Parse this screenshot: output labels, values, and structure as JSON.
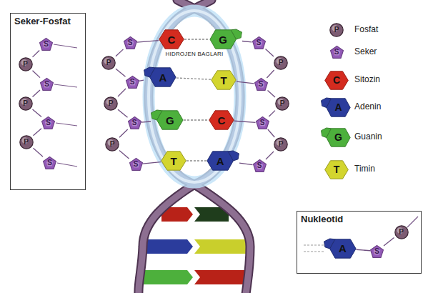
{
  "diagram": {
    "nodes": [
      {
        "text": [
          "Seker-Fosfat"
        ]
      },
      {
        "text": [
          "S"
        ],
        "in": 0
      },
      {
        "text": [
          "P"
        ],
        "in": 0
      },
      {
        "text": [
          "S"
        ],
        "in": 0
      },
      {
        "text": [
          "P"
        ],
        "in": 0
      },
      {
        "text": [
          "S"
        ],
        "in": 0
      },
      {
        "text": [
          "P"
        ],
        "in": 0
      },
      {
        "text": [
          "S"
        ],
        "in": 0
      },
      {
        "text": [
          "S"
        ]
      },
      {
        "text": [
          "C"
        ]
      },
      {
        "text": [
          "G"
        ]
      },
      {
        "text": [
          "S"
        ]
      },
      {
        "text": [
          "P"
        ]
      },
      {
        "text": [
          "P"
        ]
      },
      {
        "text": [
          "S"
        ]
      },
      {
        "text": [
          "A"
        ]
      },
      {
        "text": [
          "T"
        ]
      },
      {
        "text": [
          "S"
        ]
      },
      {
        "text": [
          "P"
        ]
      },
      {
        "text": [
          "P"
        ]
      },
      {
        "text": [
          "S"
        ]
      },
      {
        "text": [
          "G"
        ]
      },
      {
        "text": [
          "C"
        ]
      },
      {
        "text": [
          "S"
        ]
      },
      {
        "text": [
          "P"
        ]
      },
      {
        "text": [
          "P"
        ]
      },
      {
        "text": [
          "S"
        ]
      },
      {
        "text": [
          "T"
        ]
      },
      {
        "text": [
          "A"
        ]
      },
      {
        "text": [
          "S"
        ]
      },
      {
        "text": [
          "Nukleotid"
        ]
      },
      {
        "text": [
          "A"
        ],
        "in": 30
      },
      {
        "text": [
          "S"
        ],
        "in": 30
      },
      {
        "text": [
          "P"
        ],
        "in": 30
      }
    ],
    "edges": [
      {
        "from": 1,
        "to": 2,
        "arrow": "none"
      },
      {
        "from": 2,
        "to": 3,
        "arrow": "none"
      },
      {
        "from": 3,
        "to": 4,
        "arrow": "none"
      },
      {
        "from": 4,
        "to": 5,
        "arrow": "none"
      },
      {
        "from": 5,
        "to": 6,
        "arrow": "none"
      },
      {
        "from": 6,
        "to": 7,
        "arrow": "none"
      },
      {
        "from": 8,
        "to": 12,
        "arrow": "none"
      },
      {
        "from": 12,
        "to": 14,
        "arrow": "none"
      },
      {
        "from": 14,
        "to": 18,
        "arrow": "none"
      },
      {
        "from": 18,
        "to": 20,
        "arrow": "none"
      },
      {
        "from": 20,
        "to": 24,
        "arrow": "none"
      },
      {
        "from": 24,
        "to": 26,
        "arrow": "none"
      },
      {
        "from": 11,
        "to": 13,
        "arrow": "none"
      },
      {
        "from": 13,
        "to": 17,
        "arrow": "none"
      },
      {
        "from": 17,
        "to": 19,
        "arrow": "none"
      },
      {
        "from": 19,
        "to": 23,
        "arrow": "none"
      },
      {
        "from": 23,
        "to": 25,
        "arrow": "none"
      },
      {
        "from": 25,
        "to": 29,
        "arrow": "none"
      },
      {
        "from": 8,
        "to": 9,
        "arrow": "none"
      },
      {
        "from": 10,
        "to": 11,
        "arrow": "none"
      },
      {
        "from": 14,
        "to": 15,
        "arrow": "none"
      },
      {
        "from": 16,
        "to": 17,
        "arrow": "none"
      },
      {
        "from": 20,
        "to": 21,
        "arrow": "none"
      },
      {
        "from": 22,
        "to": 23,
        "arrow": "none"
      },
      {
        "from": 26,
        "to": 27,
        "arrow": "none"
      },
      {
        "from": 28,
        "to": 29,
        "arrow": "none"
      },
      {
        "from": 9,
        "to": 10,
        "arrow": "none"
      },
      {
        "from": 15,
        "to": 16,
        "arrow": "none"
      },
      {
        "from": 21,
        "to": 22,
        "arrow": "none"
      },
      {
        "from": 27,
        "to": 28,
        "arrow": "none"
      },
      {
        "from": 31,
        "to": 32,
        "arrow": "none"
      },
      {
        "from": 32,
        "to": 33,
        "arrow": "none"
      }
    ],
    "labels": [
      "HIDROJEN BAGLARI",
      "P",
      "S",
      "C",
      "A",
      "G",
      "T"
    ],
    "legend": [
      {
        "text": "Fosfat",
        "color": "#7d5c73"
      },
      {
        "text": "Seker",
        "color": "#9359b8"
      },
      {
        "text": "Sitozin",
        "color": "#d42b1f"
      },
      {
        "text": "Adenin",
        "color": "#2b3c9c"
      },
      {
        "text": "Guanin",
        "color": "#4db03c"
      },
      {
        "text": "Timin",
        "color": "#d3d52e"
      }
    ]
  }
}
